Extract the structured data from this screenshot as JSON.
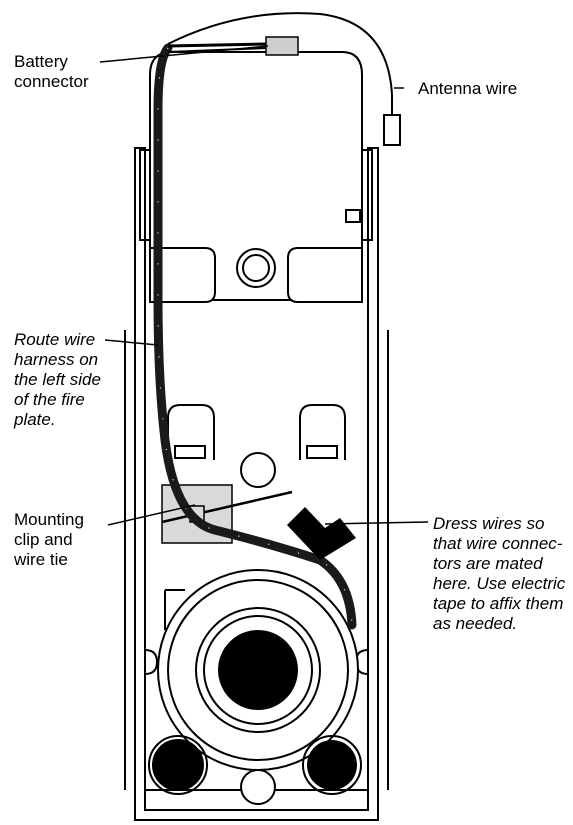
{
  "callouts": {
    "battery_connector": [
      "Battery",
      "connector"
    ],
    "antenna_wire": [
      "Antenna wire"
    ],
    "route_wire": [
      "Route wire",
      "harness on",
      "the left side",
      "of the fire",
      "plate."
    ],
    "mounting_clip": [
      "Mounting",
      "clip and",
      "wire tie"
    ],
    "dress_wires": [
      "Dress wires so",
      "that wire connec-",
      "tors are mated",
      "here. Use electric",
      "tape to affix them",
      "as needed."
    ]
  },
  "colors": {
    "line": "#000000",
    "wire": "#1a1a1a",
    "clip": "#d9d9d9",
    "connector": "#cfcfcf",
    "background": "#ffffff"
  }
}
